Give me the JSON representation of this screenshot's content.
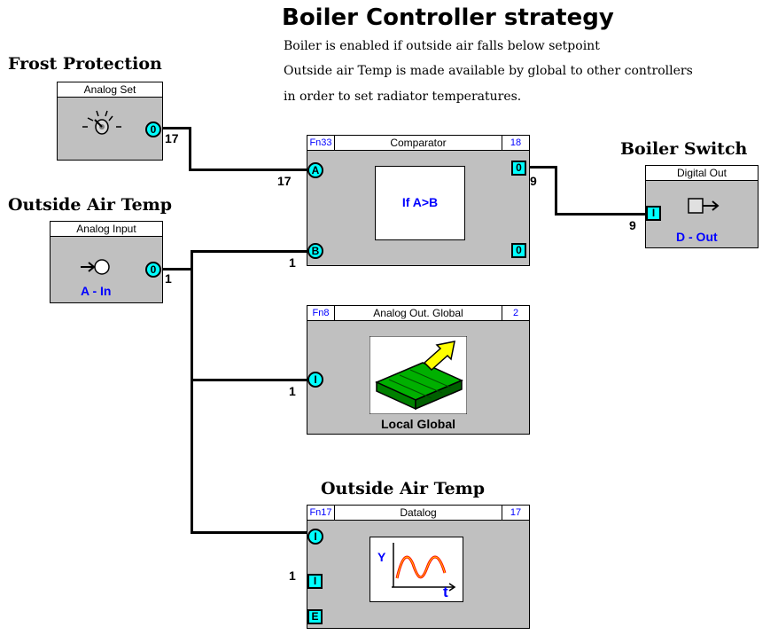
{
  "title": "Boiler Controller strategy",
  "description": [
    "Boiler is enabled if outside air falls below setpoint",
    "Outside air Temp is made available by global to other controllers",
    "in order to set radiator temperatures."
  ],
  "labels": {
    "frost_protection": "Frost Protection",
    "outside_air_temp": "Outside Air Temp",
    "boiler_switch": "Boiler Switch",
    "outside_air_temp_log": "Outside Air Temp"
  },
  "blocks": {
    "analog_set": {
      "name": "Analog Set",
      "out_port": "0"
    },
    "analog_input": {
      "name": "Analog Input",
      "caption": "A - In",
      "out_port": "0"
    },
    "comparator": {
      "fn": "Fn33",
      "name": "Comparator",
      "num": "18",
      "expr": "If A>B",
      "in_a": "A",
      "in_b": "B",
      "out1": "0",
      "out2": "0"
    },
    "digital_out": {
      "name": "Digital Out",
      "caption": "D - Out",
      "in_port": "I"
    },
    "analog_out_global": {
      "fn": "Fn8",
      "name": "Analog Out. Global",
      "num": "2",
      "caption": "Local Global",
      "in_port": "I"
    },
    "datalog": {
      "fn": "Fn17",
      "name": "Datalog",
      "num": "17",
      "in1": "I",
      "in2": "I",
      "in3": "E",
      "axis_y": "Y",
      "axis_t": "t"
    }
  },
  "wire_values": {
    "setpoint_out": "17",
    "setpoint_in": "17",
    "comparator_out": "9",
    "digital_in": "9",
    "temp_out": "1",
    "comparator_b_in": "1",
    "global_in": "1",
    "datalog_in": "1"
  },
  "colors": {
    "port": "#00ffff",
    "block": "#c0c0c0",
    "accent_text": "#0000ff"
  }
}
